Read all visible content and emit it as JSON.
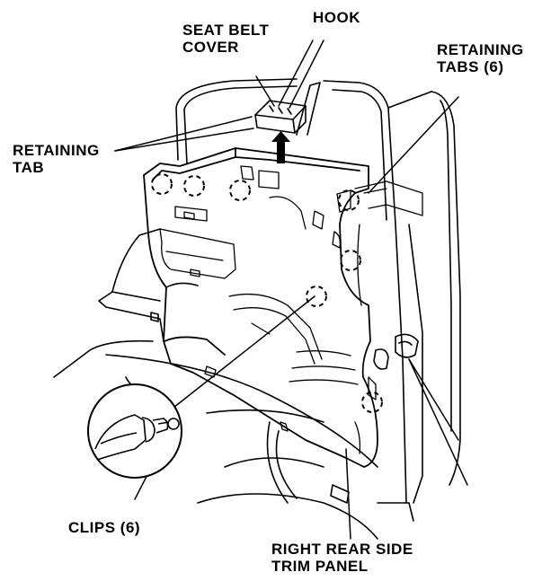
{
  "labels": {
    "seat_belt_cover_line1": "SEAT BELT",
    "seat_belt_cover_line2": "COVER",
    "hook": "HOOK",
    "retaining_tabs_line1": "RETAINING",
    "retaining_tabs_line2": "TABS (6)",
    "retaining_tab_line1": "RETAINING",
    "retaining_tab_line2": "TAB",
    "clips": "CLIPS (6)",
    "panel_line1": "RIGHT REAR SIDE",
    "panel_line2": "TRIM PANEL"
  },
  "colors": {
    "ink": "#000000",
    "paper": "#ffffff"
  },
  "icons": {
    "removal_arrow": "arrow-up-icon",
    "clip_location": "dashed-circle-icon"
  }
}
